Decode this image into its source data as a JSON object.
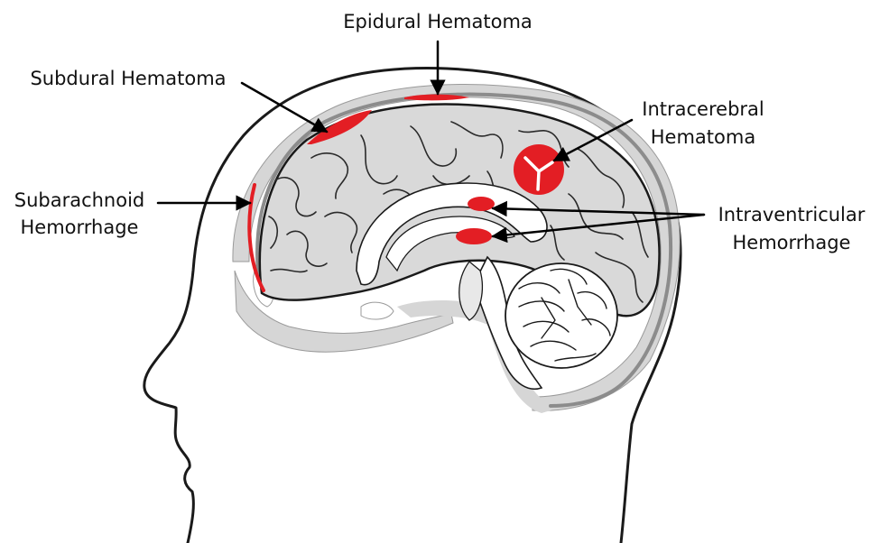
{
  "colors": {
    "bleed": "#e31e24",
    "bone": "#d6d6d6",
    "brain": "#d9d9d9",
    "dura": "#8c8c8c",
    "outline": "#1a1a1a",
    "text": "#111111"
  },
  "labels": {
    "epidural": "Epidural Hematoma",
    "subdural": "Subdural Hematoma",
    "intracerebral_l1": "Intracerebral",
    "intracerebral_l2": "Hematoma",
    "subarachnoid_l1": "Subarachnoid",
    "subarachnoid_l2": "Hemorrhage",
    "intraventricular_l1": "Intraventricular",
    "intraventricular_l2": "Hemorrhage"
  }
}
